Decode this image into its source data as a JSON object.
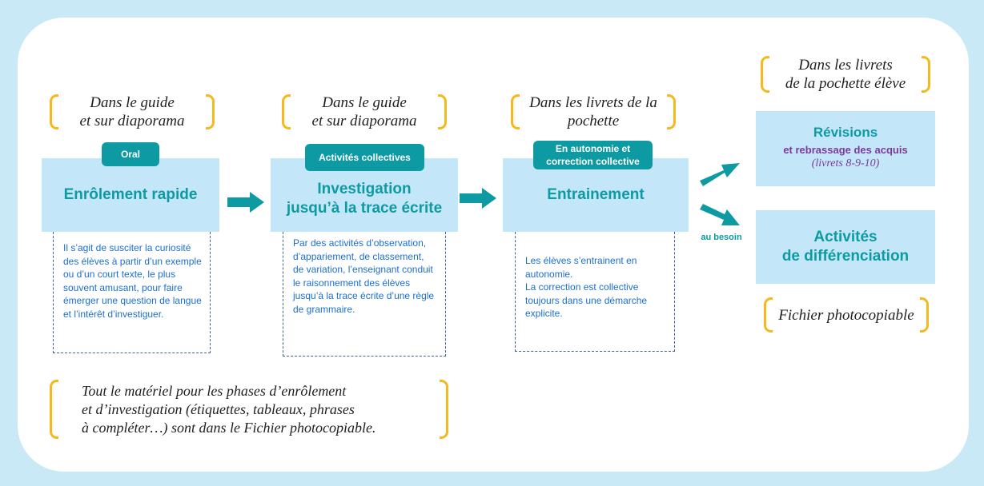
{
  "colors": {
    "frame": "#c9e9f7",
    "box": "#c3e7f8",
    "teal": "#0e9aa3",
    "bracket": "#f6b81c",
    "desc_text": "#1c6fd1",
    "purple": "#7b3a9a"
  },
  "steps": [
    {
      "note": "Dans le guide\net sur diaporama",
      "pill": "Oral",
      "title": "Enrôlement rapide",
      "description": "Il s’agit de susciter la curiosité des élèves à partir d’un exemple ou d’un court texte, le plus souvent amusant, pour faire émerger une question de langue et l’intérêt d’investiguer."
    },
    {
      "note": "Dans le guide\net sur diaporama",
      "pill": "Activités collectives",
      "title": "Investigation\njusqu’à la trace écrite",
      "description": "Par des activités d’observation, d’appariement, de classement, de variation, l’enseignant conduit le raisonnement des élèves jusqu’à la trace écrite d’une règle de grammaire."
    },
    {
      "note": "Dans les livrets de la\npochette",
      "pill": "En autonomie et\ncorrection collective",
      "title": "Entrainement",
      "description": "Les élèves s’entrainent en autonomie.\nLa correction est collective toujours dans une démarche explicite."
    }
  ],
  "revisions": {
    "note": "Dans les livrets\nde la pochette élève",
    "title": "Révisions",
    "subtitle": "et rebrassage des acquis",
    "ref": "(livrets 8-9-10)"
  },
  "differentiation": {
    "title": "Activités\nde différenciation",
    "note": "Fichier photocopiable",
    "arrow_label": "au besoin"
  },
  "footer_note": "Tout le matériel pour les phases d’enrôlement\net d’investigation (étiquettes, tableaux, phrases\nà compléter…) sont dans le Fichier photocopiable."
}
